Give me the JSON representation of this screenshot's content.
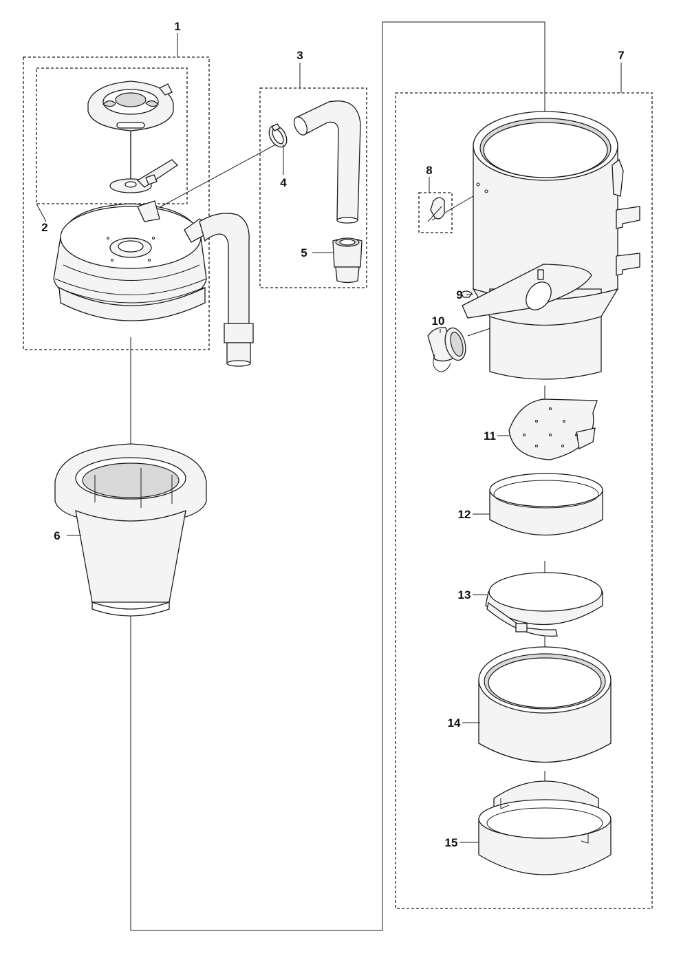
{
  "diagram": {
    "callouts": [
      {
        "id": "1",
        "text": "1"
      },
      {
        "id": "2",
        "text": "2"
      },
      {
        "id": "3",
        "text": "3"
      },
      {
        "id": "4",
        "text": "4"
      },
      {
        "id": "5",
        "text": "5"
      },
      {
        "id": "6",
        "text": "6"
      },
      {
        "id": "7",
        "text": "7"
      },
      {
        "id": "8",
        "text": "8"
      },
      {
        "id": "9",
        "text": "9"
      },
      {
        "id": "10",
        "text": "10"
      },
      {
        "id": "11",
        "text": "11"
      },
      {
        "id": "12",
        "text": "12"
      },
      {
        "id": "13",
        "text": "13"
      },
      {
        "id": "14",
        "text": "14"
      },
      {
        "id": "15",
        "text": "15"
      }
    ],
    "colors": {
      "line": "#1a1a1a",
      "fill": "#f4f4f4",
      "background": "#ffffff"
    }
  }
}
